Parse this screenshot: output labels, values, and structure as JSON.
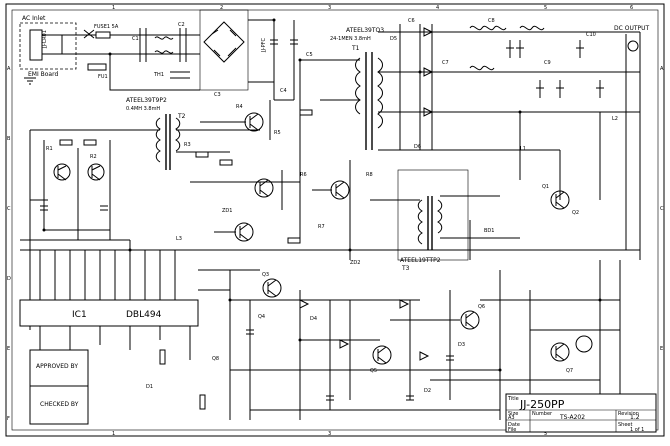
{
  "top_labels": {
    "ac_inlet": "AC Inlet",
    "emi_board": "EMI Board",
    "dc_output": "DC OUTPUT",
    "fuse": "FUSE1 5A",
    "jj_cr01": "JJ-CR01",
    "jj_pfc": "JJ-PFC"
  },
  "transformers": {
    "t1": "ATEEL39TO3",
    "t1_sub": "24-1MEN 3.8mH",
    "t2": "ATEEL39T9P2",
    "t2_sub": "0.4MH 3.8mH",
    "t3": "ATEEL19TTP2",
    "t2_tag": "T2",
    "t1_tag": "T1",
    "t3_tag": "T3"
  },
  "ic": {
    "id": "IC1",
    "part": "DBL494"
  },
  "boxes": {
    "approved_by": "APPROVED BY",
    "checked_by": "CHECKED BY"
  },
  "title_block": {
    "project": "JJ-250PP",
    "drawing_no": "TS-A202",
    "revision": "1.2",
    "rev_label": "Revision",
    "title_label": "Title",
    "size_label": "Size",
    "number_label": "Number",
    "date_label": "Date",
    "file_label": "File",
    "sheet_label": "Sheet",
    "size": "A3",
    "sheet": "1 of 1"
  },
  "border": {
    "cols": [
      "1",
      "2",
      "3",
      "4",
      "5",
      "6"
    ],
    "rows": [
      "A",
      "B",
      "C",
      "D",
      "E",
      "F"
    ]
  },
  "component_labels": [
    "C1",
    "C2",
    "C3",
    "C4",
    "C5",
    "C6",
    "C7",
    "C8",
    "C9",
    "C10",
    "R1",
    "R2",
    "R3",
    "R4",
    "R5",
    "R6",
    "R7",
    "R8",
    "Q1",
    "Q2",
    "Q3",
    "Q4",
    "Q5",
    "Q6",
    "Q7",
    "Q8",
    "D1",
    "D2",
    "D3",
    "D4",
    "D5",
    "D6",
    "L1",
    "L2",
    "L3",
    "ZD1",
    "ZD2",
    "BD1",
    "TH1",
    "FU1"
  ]
}
